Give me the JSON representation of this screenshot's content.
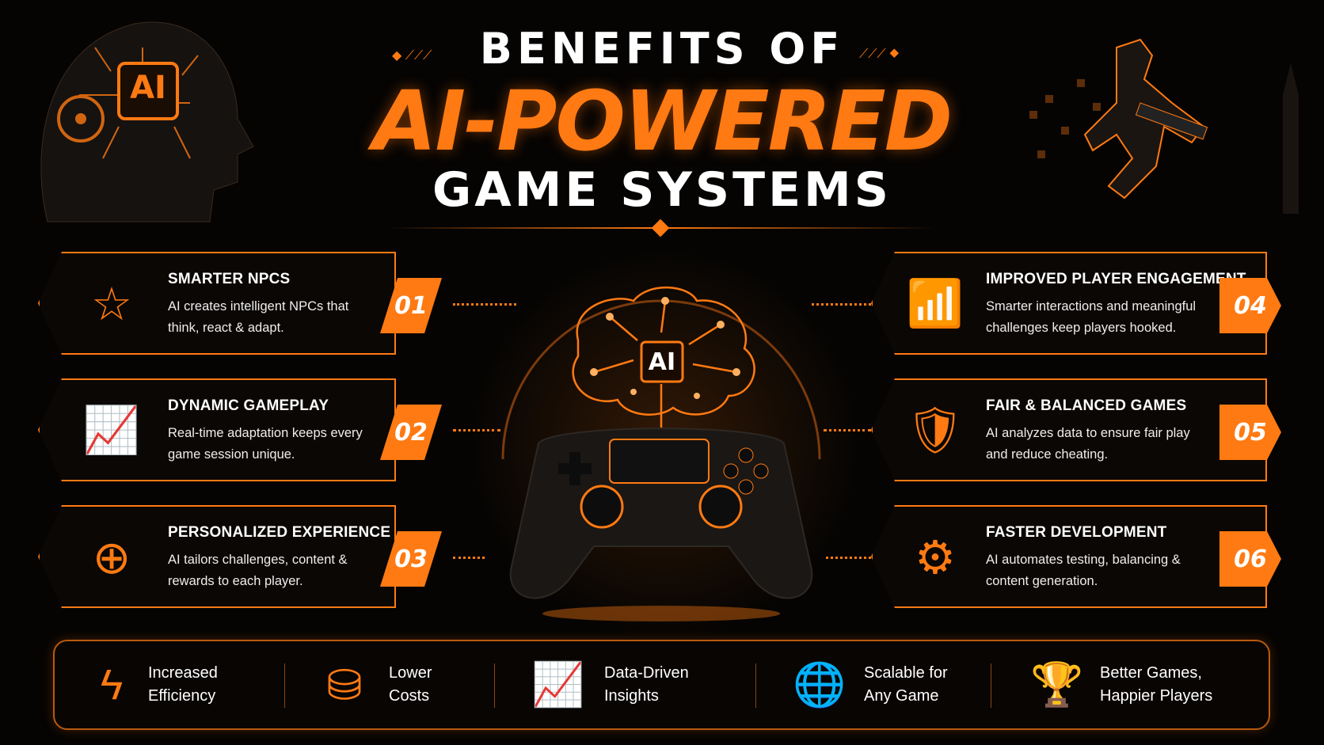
{
  "header": {
    "line1": "BENEFITS OF",
    "line2": "AI-POWERED",
    "line3": "GAME SYSTEMS"
  },
  "accent_color": "#ff7a12",
  "center": {
    "chip_label": "AI"
  },
  "left_art": {
    "chip_label": "AI"
  },
  "benefits": [
    {
      "number": "01",
      "title": "SMARTER NPCS",
      "description": "AI creates intelligent NPCs that think, react & adapt.",
      "icon": "head-star-icon"
    },
    {
      "number": "02",
      "title": "DYNAMIC GAMEPLAY",
      "description": "Real-time adaptation keeps every game session unique.",
      "icon": "growth-chart-icon"
    },
    {
      "number": "03",
      "title": "PERSONALIZED EXPERIENCE",
      "description": "AI tailors challenges, content & rewards to each player.",
      "icon": "user-target-icon"
    },
    {
      "number": "04",
      "title": "IMPROVED PLAYER ENGAGEMENT",
      "description": "Smarter interactions and meaningful challenges keep players hooked.",
      "icon": "star-bars-icon"
    },
    {
      "number": "05",
      "title": "FAIR & BALANCED GAMES",
      "description": "AI analyzes data to ensure fair play and reduce cheating.",
      "icon": "shield-check-icon"
    },
    {
      "number": "06",
      "title": "FASTER DEVELOPMENT",
      "description": "AI automates testing, balancing & content generation.",
      "icon": "gear-clock-icon"
    }
  ],
  "footer": [
    {
      "label": "Increased Efficiency",
      "icon": "lightning-icon"
    },
    {
      "label": "Lower Costs",
      "icon": "coins-icon"
    },
    {
      "label": "Data-Driven Insights",
      "icon": "chart-arrow-icon"
    },
    {
      "label": "Scalable for Any Game",
      "icon": "globe-icon"
    },
    {
      "label": "Better Games, Happier Players",
      "icon": "trophy-icon"
    }
  ]
}
